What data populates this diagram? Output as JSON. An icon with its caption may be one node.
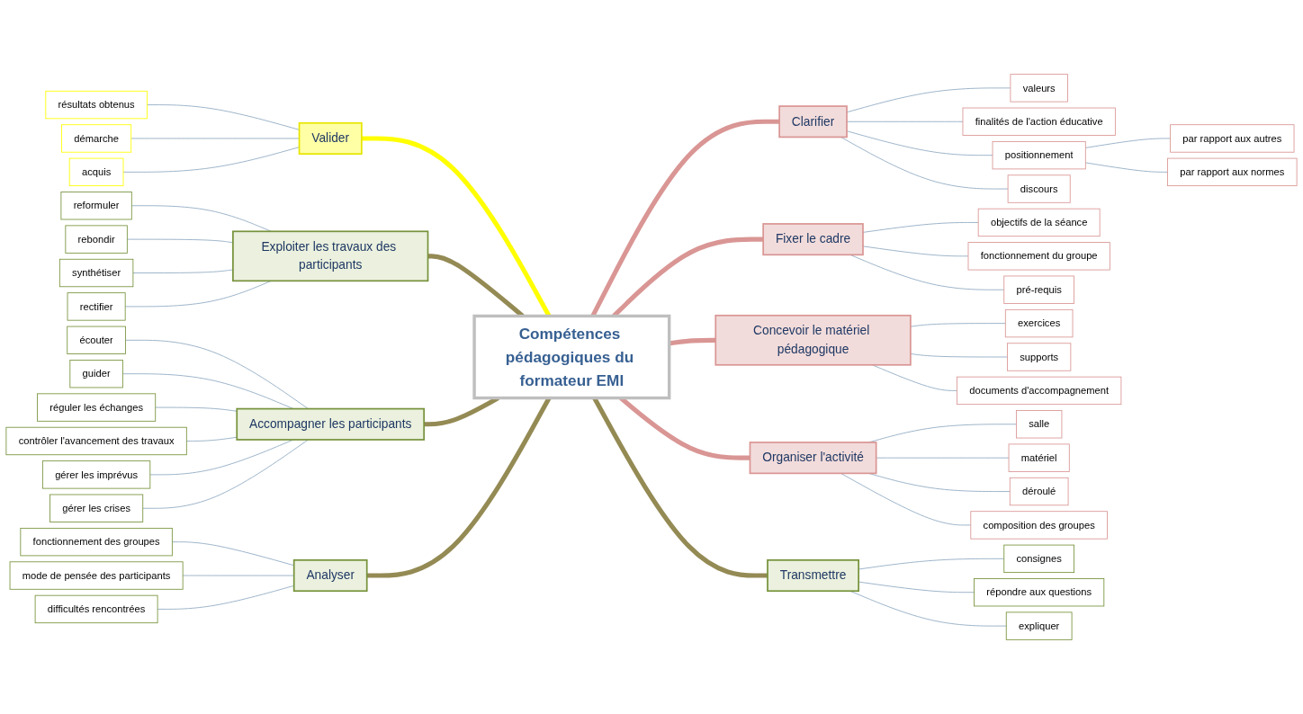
{
  "diagram": {
    "nodes": [
      {
        "text": [
          "Compétences pédagogiques du formateur EMI"
        ]
      },
      {
        "text": [
          "Valider"
        ]
      },
      {
        "text": [
          "résultats obtenus"
        ]
      },
      {
        "text": [
          "démarche"
        ]
      },
      {
        "text": [
          "acquis"
        ]
      },
      {
        "text": [
          "Exploiter les travaux des participants"
        ]
      },
      {
        "text": [
          "reformuler"
        ]
      },
      {
        "text": [
          "rebondir"
        ]
      },
      {
        "text": [
          "synthétiser"
        ]
      },
      {
        "text": [
          "rectifier"
        ]
      },
      {
        "text": [
          "Accompagner les participants"
        ]
      },
      {
        "text": [
          "écouter"
        ]
      },
      {
        "text": [
          "guider"
        ]
      },
      {
        "text": [
          "réguler les échanges"
        ]
      },
      {
        "text": [
          "contrôler l'avancement des travaux"
        ]
      },
      {
        "text": [
          "gérer les imprévus"
        ]
      },
      {
        "text": [
          "gérer les crises"
        ]
      },
      {
        "text": [
          "Analyser"
        ]
      },
      {
        "text": [
          "fonctionnement des groupes"
        ]
      },
      {
        "text": [
          "mode de pensée des participants"
        ]
      },
      {
        "text": [
          "difficultés rencontrées"
        ]
      },
      {
        "text": [
          "Clarifier"
        ]
      },
      {
        "text": [
          "valeurs"
        ]
      },
      {
        "text": [
          "finalités de l'action éducative"
        ]
      },
      {
        "text": [
          "positionnement"
        ]
      },
      {
        "text": [
          "par rapport aux autres"
        ]
      },
      {
        "text": [
          "par rapport aux normes"
        ]
      },
      {
        "text": [
          "discours"
        ]
      },
      {
        "text": [
          "Fixer le cadre"
        ]
      },
      {
        "text": [
          "objectifs de la séance"
        ]
      },
      {
        "text": [
          "fonctionnement du groupe"
        ]
      },
      {
        "text": [
          "pré-requis"
        ]
      },
      {
        "text": [
          "Concevoir le matériel pédagogique"
        ]
      },
      {
        "text": [
          "exercices"
        ]
      },
      {
        "text": [
          "supports"
        ]
      },
      {
        "text": [
          "documents d'accompagnement"
        ]
      },
      {
        "text": [
          "Organiser l'activité"
        ]
      },
      {
        "text": [
          "salle"
        ]
      },
      {
        "text": [
          "matériel"
        ]
      },
      {
        "text": [
          "déroulé"
        ]
      },
      {
        "text": [
          "composition des groupes"
        ]
      },
      {
        "text": [
          "Transmettre"
        ]
      },
      {
        "text": [
          "consignes"
        ]
      },
      {
        "text": [
          "répondre aux questions"
        ]
      },
      {
        "text": [
          "expliquer"
        ]
      }
    ],
    "edges": [
      {
        "from": 0,
        "to": 1,
        "arrow": "none",
        "style": "thick",
        "color": "#ffff00"
      },
      {
        "from": 0,
        "to": 5,
        "arrow": "none",
        "style": "thick",
        "color": "#948a54"
      },
      {
        "from": 0,
        "to": 10,
        "arrow": "none",
        "style": "thick",
        "color": "#948a54"
      },
      {
        "from": 0,
        "to": 17,
        "arrow": "none",
        "style": "thick",
        "color": "#948a54"
      },
      {
        "from": 0,
        "to": 21,
        "arrow": "none",
        "style": "thick",
        "color": "#d99694"
      },
      {
        "from": 0,
        "to": 28,
        "arrow": "none",
        "style": "thick",
        "color": "#d99694"
      },
      {
        "from": 0,
        "to": 32,
        "arrow": "none",
        "style": "thick",
        "color": "#d99694"
      },
      {
        "from": 0,
        "to": 36,
        "arrow": "none",
        "style": "thick",
        "color": "#d99694"
      },
      {
        "from": 0,
        "to": 41,
        "arrow": "none",
        "style": "thick",
        "color": "#948a54"
      },
      {
        "from": 1,
        "to": 2,
        "arrow": "none"
      },
      {
        "from": 1,
        "to": 3,
        "arrow": "none"
      },
      {
        "from": 1,
        "to": 4,
        "arrow": "none"
      },
      {
        "from": 5,
        "to": 6,
        "arrow": "none"
      },
      {
        "from": 5,
        "to": 7,
        "arrow": "none"
      },
      {
        "from": 5,
        "to": 8,
        "arrow": "none"
      },
      {
        "from": 5,
        "to": 9,
        "arrow": "none"
      },
      {
        "from": 10,
        "to": 11,
        "arrow": "none"
      },
      {
        "from": 10,
        "to": 12,
        "arrow": "none"
      },
      {
        "from": 10,
        "to": 13,
        "arrow": "none"
      },
      {
        "from": 10,
        "to": 14,
        "arrow": "none"
      },
      {
        "from": 10,
        "to": 15,
        "arrow": "none"
      },
      {
        "from": 10,
        "to": 16,
        "arrow": "none"
      },
      {
        "from": 17,
        "to": 18,
        "arrow": "none"
      },
      {
        "from": 17,
        "to": 19,
        "arrow": "none"
      },
      {
        "from": 17,
        "to": 20,
        "arrow": "none"
      },
      {
        "from": 21,
        "to": 22,
        "arrow": "none"
      },
      {
        "from": 21,
        "to": 23,
        "arrow": "none"
      },
      {
        "from": 21,
        "to": 24,
        "arrow": "none"
      },
      {
        "from": 24,
        "to": 25,
        "arrow": "none"
      },
      {
        "from": 24,
        "to": 26,
        "arrow": "none"
      },
      {
        "from": 21,
        "to": 27,
        "arrow": "none"
      },
      {
        "from": 28,
        "to": 29,
        "arrow": "none"
      },
      {
        "from": 28,
        "to": 30,
        "arrow": "none"
      },
      {
        "from": 28,
        "to": 31,
        "arrow": "none"
      },
      {
        "from": 32,
        "to": 33,
        "arrow": "none"
      },
      {
        "from": 32,
        "to": 34,
        "arrow": "none"
      },
      {
        "from": 32,
        "to": 35,
        "arrow": "none"
      },
      {
        "from": 36,
        "to": 37,
        "arrow": "none"
      },
      {
        "from": 36,
        "to": 38,
        "arrow": "none"
      },
      {
        "from": 36,
        "to": 39,
        "arrow": "none"
      },
      {
        "from": 36,
        "to": 40,
        "arrow": "none"
      },
      {
        "from": 41,
        "to": 42,
        "arrow": "none"
      },
      {
        "from": 41,
        "to": 43,
        "arrow": "none"
      },
      {
        "from": 41,
        "to": 44,
        "arrow": "none"
      }
    ]
  }
}
